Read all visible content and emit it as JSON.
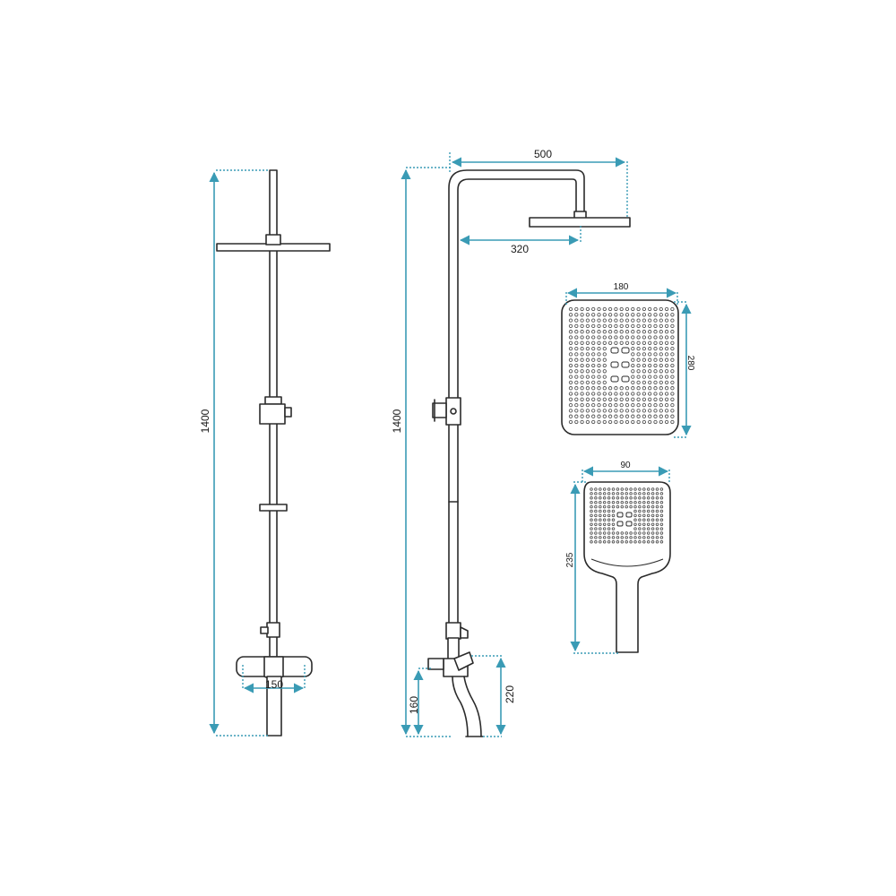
{
  "colors": {
    "dimension": "#3a9bb5",
    "outline": "#2b2b2b",
    "background": "#ffffff"
  },
  "dimensions": {
    "front_height": "1400",
    "side_height": "1400",
    "top_arm_length": "500",
    "head_offset": "320",
    "mixer_width": "150",
    "spout_height_low": "160",
    "spout_height_high": "220",
    "head_width": "180",
    "head_depth": "280",
    "hand_width": "90",
    "hand_length": "235"
  }
}
